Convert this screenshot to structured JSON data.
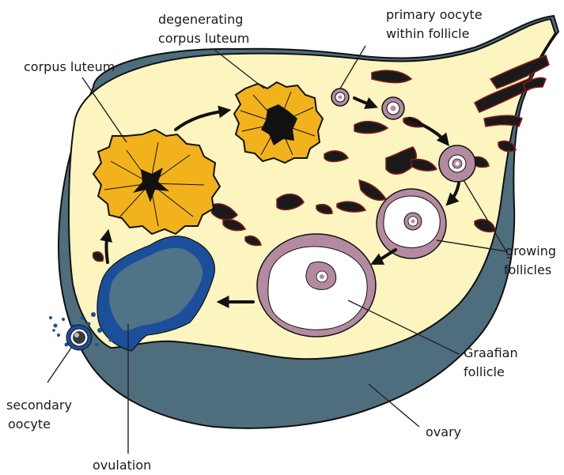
{
  "labels": {
    "degenerating_corpus_luteum": [
      "degenerating",
      "corpus luteum"
    ],
    "primary_oocyte": [
      "primary oocyte",
      "within follicle"
    ],
    "corpus_luteum": "corpus luteum",
    "growing_follicles": [
      "growing",
      "follicles"
    ],
    "graafian_follicle": [
      "Graafian",
      "follicle"
    ],
    "secondary_oocyte": [
      "secondary",
      "oocyte"
    ],
    "ovary": "ovary",
    "ovulation": "ovulation"
  },
  "colors": {
    "ovary_outer": "#4e6e7e",
    "stroma": "#fdf5bf",
    "corpus_luteum": "#f1b21c",
    "follicle_rim": "#b48aa0",
    "follicle_inner": "#ffffff",
    "ovulation_blue": "#1b4f9c",
    "ovulation_gray": "#4f7387",
    "blood_vessel": "#1a1a1a",
    "vessel_rim": "#8b1a1a"
  }
}
